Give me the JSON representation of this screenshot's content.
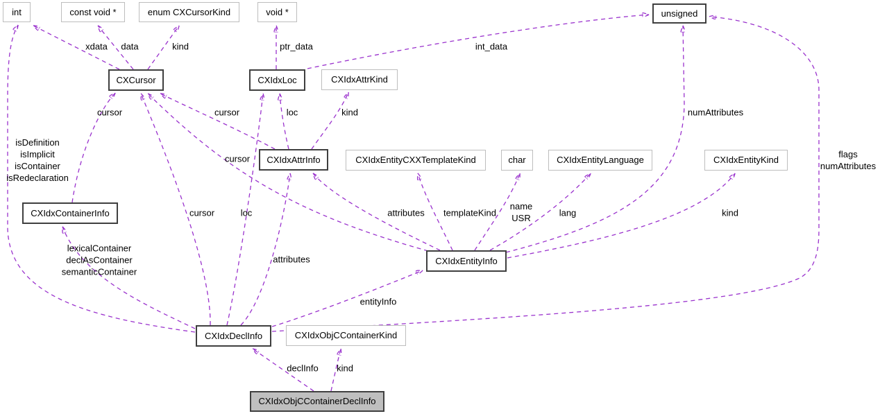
{
  "diagram": {
    "kind": "doxygen-collaboration-graph",
    "focus_node": "CXIdxObjCContainerDeclInfo"
  },
  "colors": {
    "edge": "#9a32cd",
    "node_border_light": "#bdbdbd",
    "node_border_bold": "#3f3f3f",
    "selected_fill": "#bfbfbf",
    "background": "#ffffff"
  },
  "nodes": {
    "int": {
      "label": "int"
    },
    "const_void_ptr": {
      "label": "const void *"
    },
    "enum_cxcursorkind": {
      "label": "enum CXCursorKind"
    },
    "void_ptr": {
      "label": "void *"
    },
    "unsigned": {
      "label": "unsigned"
    },
    "cxcursor": {
      "label": "CXCursor"
    },
    "cxidxloc": {
      "label": "CXIdxLoc"
    },
    "cxidxattrkind": {
      "label": "CXIdxAttrKind"
    },
    "cxidxattrinfo": {
      "label": "CXIdxAttrInfo"
    },
    "cxidxentitycxxtemplatekind": {
      "label": "CXIdxEntityCXXTemplateKind"
    },
    "char_t": {
      "label": "char"
    },
    "cxidxentitylanguage": {
      "label": "CXIdxEntityLanguage"
    },
    "cxidxentitykind": {
      "label": "CXIdxEntityKind"
    },
    "cxidxcontainerinfo": {
      "label": "CXIdxContainerInfo"
    },
    "cxidxentityinfo": {
      "label": "CXIdxEntityInfo"
    },
    "cxidxdeclinfo": {
      "label": "CXIdxDeclInfo"
    },
    "cxidxobjccontainerkind": {
      "label": "CXIdxObjCContainerKind"
    },
    "cxidxobjccontainerdeclinfo": {
      "label": "CXIdxObjCContainerDeclInfo"
    }
  },
  "edge_labels": {
    "cursor_xdata": "xdata",
    "cursor_data": "data",
    "cursor_kind": "kind",
    "loc_ptr_data": "ptr_data",
    "loc_int_data": "int_data",
    "container_cursor": "cursor",
    "attr_cursor": "cursor",
    "attr_loc": "loc",
    "attr_kind": "kind",
    "entity_num_attributes": "numAttributes",
    "decl_bool_block": "isDefinition\nisImplicit\nisContainer\nisRedeclaration",
    "entity_cursor": "cursor",
    "decl_flags_block": "flags\nnumAttributes",
    "decl_cursor": "cursor",
    "decl_loc": "loc",
    "entity_attributes": "attributes",
    "entity_template_kind": "templateKind",
    "entity_name_usr": "name\nUSR",
    "entity_lang": "lang",
    "entity_kind": "kind",
    "decl_containers_block": "lexicalContainer\ndeclAsContainer\nsemanticContainer",
    "decl_attributes": "attributes",
    "decl_entity_info": "entityInfo",
    "objc_decl_info": "declInfo",
    "objc_kind": "kind"
  }
}
